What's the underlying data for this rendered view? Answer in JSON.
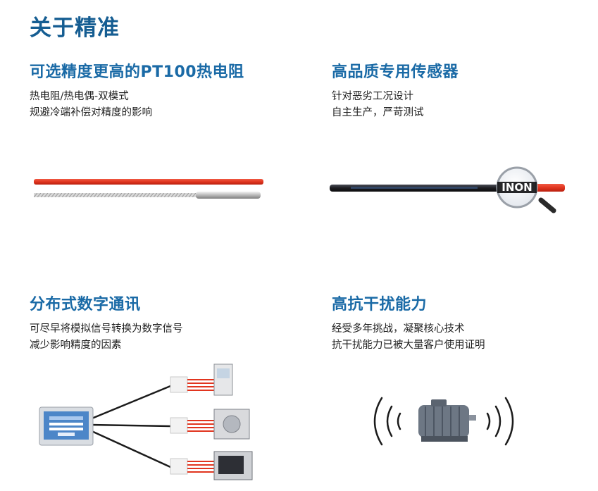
{
  "page": {
    "title": "关于精准"
  },
  "sections": [
    {
      "title": "可选精度更高的PT100热电阻",
      "lines": [
        "热电阻/热电偶-双模式",
        "规避冷端补偿对精度的影响"
      ]
    },
    {
      "title": "高品质专用传感器",
      "lines": [
        "针对恶劣工况设计",
        "自主生产，严苛测试"
      ]
    },
    {
      "title": "分布式数字通讯",
      "lines": [
        "可尽早将模拟信号转换为数字信号",
        "减少影响精度的因素"
      ]
    },
    {
      "title": "高抗干扰能力",
      "lines": [
        "经受多年挑战，凝聚核心技术",
        "抗干扰能力已被大量客户使用证明"
      ]
    }
  ],
  "illustrations": {
    "sensor_magnifier_text": "INON"
  },
  "colors": {
    "title_blue": "#155d92",
    "heading_blue": "#1a6aa6",
    "cable_red": "#e1351f",
    "cable_black": "#1b1b1f"
  },
  "icons": [
    "pt100-probe-cable",
    "magnifier-icon",
    "touch-panel-icon",
    "cabinet-icon",
    "motor-icon",
    "wave-icon"
  ]
}
